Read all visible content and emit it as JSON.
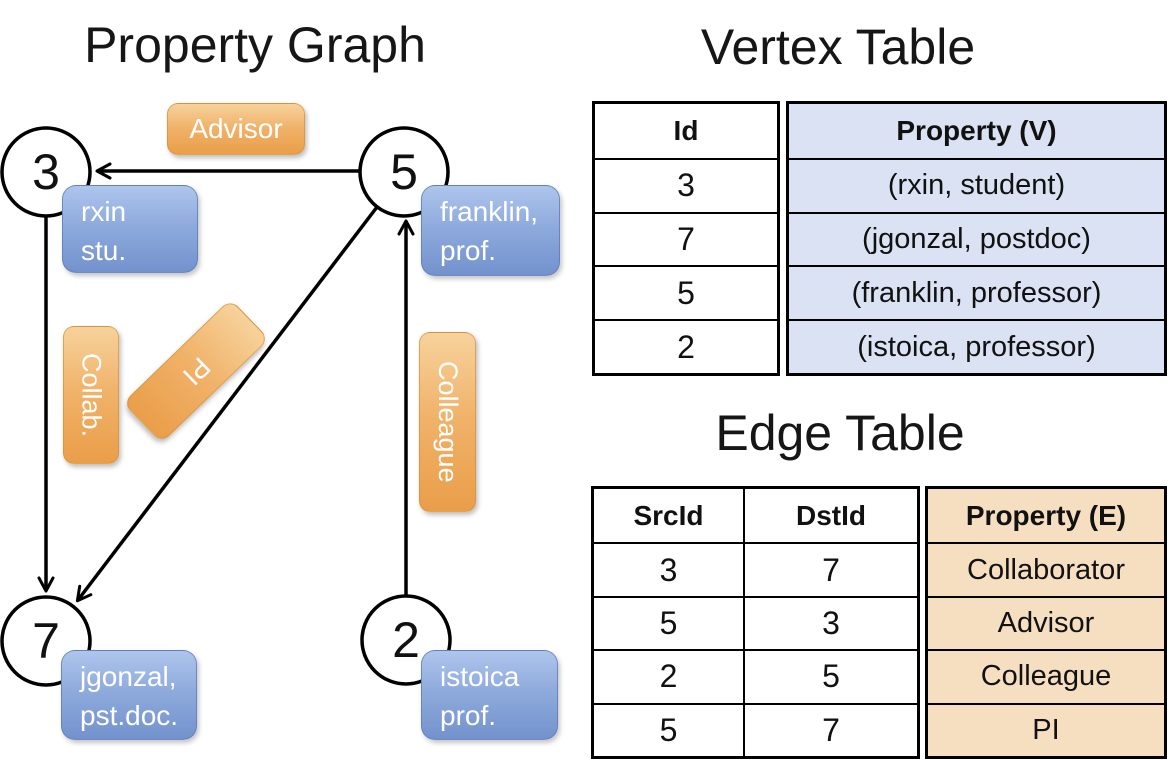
{
  "graph": {
    "title": "Property Graph",
    "nodes": [
      {
        "id": "3",
        "property_line1": "rxin",
        "property_line2": "stu."
      },
      {
        "id": "5",
        "property_line1": "franklin,",
        "property_line2": "prof."
      },
      {
        "id": "7",
        "property_line1": "jgonzal,",
        "property_line2": "pst.doc."
      },
      {
        "id": "2",
        "property_line1": "istoica",
        "property_line2": "prof."
      }
    ],
    "edge_labels": [
      {
        "label": "Advisor"
      },
      {
        "label": "Collab."
      },
      {
        "label": "PI"
      },
      {
        "label": "Colleague"
      }
    ]
  },
  "vertex_table": {
    "title": "Vertex Table",
    "headers": {
      "id": "Id",
      "property": "Property (V)"
    },
    "rows": [
      {
        "id": "3",
        "property": "(rxin, student)"
      },
      {
        "id": "7",
        "property": "(jgonzal, postdoc)"
      },
      {
        "id": "5",
        "property": "(franklin, professor)"
      },
      {
        "id": "2",
        "property": "(istoica, professor)"
      }
    ]
  },
  "edge_table": {
    "title": "Edge Table",
    "headers": {
      "src": "SrcId",
      "dst": "DstId",
      "property": "Property (E)"
    },
    "rows": [
      {
        "src": "3",
        "dst": "7",
        "property": "Collaborator"
      },
      {
        "src": "5",
        "dst": "3",
        "property": "Advisor"
      },
      {
        "src": "2",
        "dst": "5",
        "property": "Colleague"
      },
      {
        "src": "5",
        "dst": "7",
        "property": "PI"
      }
    ]
  },
  "colors": {
    "edge_label_orange": "#f0b269",
    "vertex_property_blue": "#8fabdd",
    "vertex_table_cell_bg": "#dae2f3",
    "edge_table_cell_bg": "#f6dfc1",
    "line_black": "#000000"
  }
}
